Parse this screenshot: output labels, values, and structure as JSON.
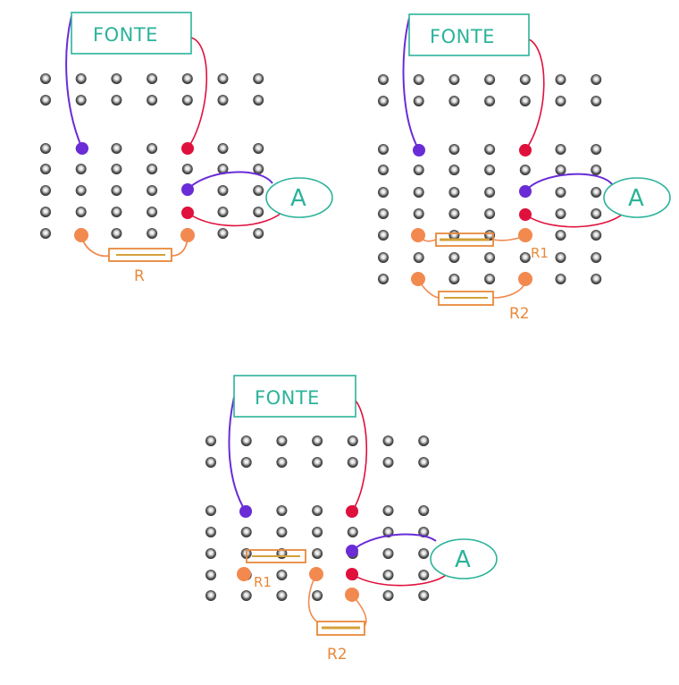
{
  "colors": {
    "teal": "#2bb39a",
    "purple": "#6a2cd6",
    "red": "#e0103d",
    "orange": "#f28a50",
    "resistor": "#e8893a",
    "resistor_inner": "#d4a03a",
    "hole_dark": "#3a3a3a"
  },
  "icons": {
    "hole": "breadboard-hole-icon",
    "ammeter": "ammeter-icon",
    "source": "power-source-icon",
    "resistor": "resistor-icon"
  },
  "circuits": [
    {
      "source_label": "FONTE",
      "ammeter_label": "A",
      "resistors": [
        "R"
      ]
    },
    {
      "source_label": "FONTE",
      "ammeter_label": "A",
      "resistors": [
        "R1",
        "R2"
      ]
    },
    {
      "source_label": "FONTE",
      "ammeter_label": "A",
      "resistors": [
        "R1",
        "R2"
      ]
    }
  ]
}
